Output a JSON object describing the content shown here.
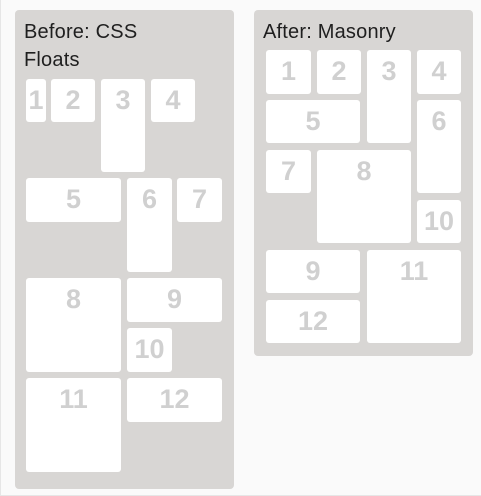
{
  "panels": [
    {
      "id": "floats",
      "title": "Before: CSS Floats",
      "tiles": [
        "1",
        "2",
        "3",
        "4",
        "5",
        "6",
        "7",
        "8",
        "9",
        "10",
        "11",
        "12"
      ]
    },
    {
      "id": "masonry",
      "title": "After: Masonry",
      "tiles": [
        "1",
        "2",
        "3",
        "4",
        "5",
        "6",
        "7",
        "8",
        "9",
        "10",
        "11",
        "12"
      ]
    }
  ]
}
